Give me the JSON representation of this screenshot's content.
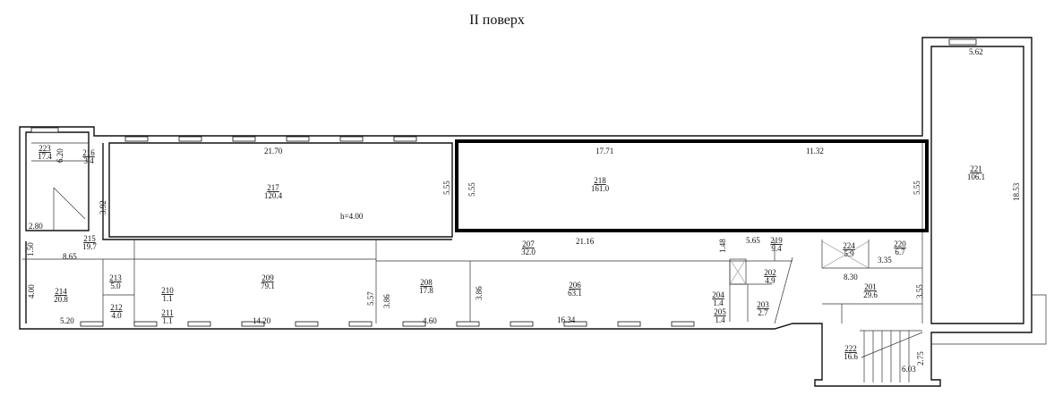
{
  "title": "II поверх",
  "highlight_color": "#000000",
  "rooms": [
    {
      "number": "223",
      "area": "17.4"
    },
    {
      "number": "216",
      "area": "3.4"
    },
    {
      "number": "217",
      "area": "120.4"
    },
    {
      "number": "218",
      "area": "161.0"
    },
    {
      "number": "221",
      "area": "106.1"
    },
    {
      "number": "215",
      "area": "19.7"
    },
    {
      "number": "214",
      "area": "20.8"
    },
    {
      "number": "213",
      "area": "5.0"
    },
    {
      "number": "212",
      "area": "4.0"
    },
    {
      "number": "210",
      "area": "1.1"
    },
    {
      "number": "211",
      "area": "1.1"
    },
    {
      "number": "209",
      "area": "79.1"
    },
    {
      "number": "208",
      "area": "17.8"
    },
    {
      "number": "207",
      "area": "32.0"
    },
    {
      "number": "206",
      "area": "63.1"
    },
    {
      "number": "204",
      "area": "1.4"
    },
    {
      "number": "205",
      "area": "1.4"
    },
    {
      "number": "202",
      "area": "4.9"
    },
    {
      "number": "203",
      "area": "2.7"
    },
    {
      "number": "219",
      "area": "9.4"
    },
    {
      "number": "224",
      "area": "5.9"
    },
    {
      "number": "220",
      "area": "6.7"
    },
    {
      "number": "201",
      "area": "29.6"
    },
    {
      "number": "222",
      "area": "16.6"
    }
  ],
  "dimensions": {
    "d_6_20": "6.20",
    "d_2_80": "2.80",
    "d_3_92": "3.92",
    "d_21_70": "21.70",
    "d_h": "h=4.00",
    "d_5_55_a": "5.55",
    "d_5_55_b": "5.55",
    "d_5_55_c": "5.55",
    "d_17_71": "17.71",
    "d_11_32": "11.32",
    "d_5_62": "5.62",
    "d_18_53": "18.53",
    "d_1_50": "1.50",
    "d_8_65": "8.65",
    "d_4_00": "4.00",
    "d_5_20": "5.20",
    "d_14_20": "14.20",
    "d_5_57": "5.57",
    "d_3_86_a": "3.86",
    "d_3_86_b": "3.86",
    "d_4_60": "4.60",
    "d_16_34": "16.34",
    "d_21_16": "21.16",
    "d_1_48": "1.48",
    "d_5_65": "5.65",
    "d_3_35": "3.35",
    "d_8_30": "8.30",
    "d_3_55": "3.55",
    "d_2_75": "2.75",
    "d_6_03": "6.03"
  }
}
